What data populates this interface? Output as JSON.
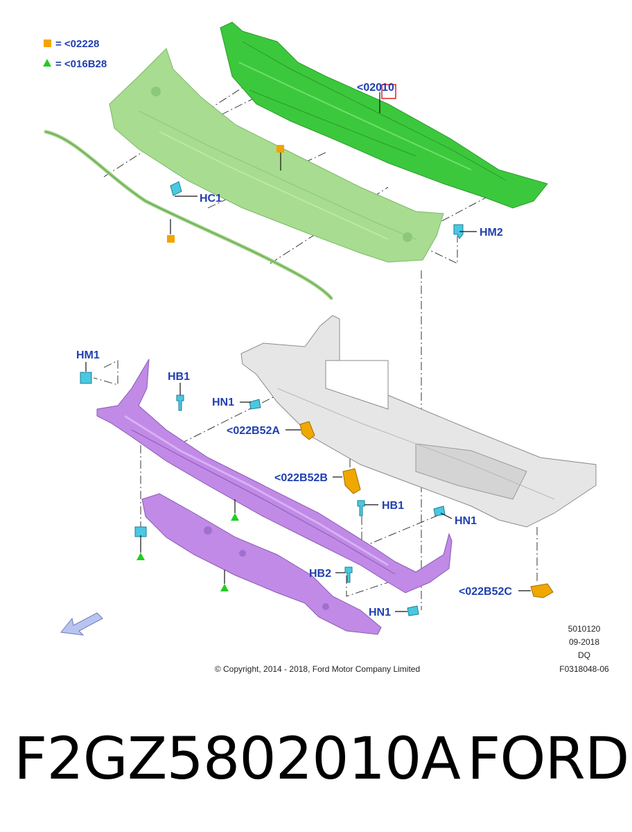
{
  "legend": {
    "square_label": "= <02228",
    "triangle_label": "= <016B28",
    "square_color": "#f5a300",
    "triangle_color": "#22cc22"
  },
  "callouts": {
    "cowl_top": "<02010",
    "hc1": "HC1",
    "hm2": "HM2",
    "hm1": "HM1",
    "hb1_left": "HB1",
    "hn1_top": "HN1",
    "b52a": "<022B52A",
    "b52b": "<022B52B",
    "hb1_right": "HB1",
    "hn1_right": "HN1",
    "hb2": "HB2",
    "hn1_bottom": "HN1",
    "b52c": "<022B52C"
  },
  "info": {
    "code": "5010120",
    "date": "09-2018",
    "variant": "DQ",
    "figure": "F0318048-06"
  },
  "copyright": "© Copyright, 2014 - 2018, Ford Motor Company Limited",
  "footer": {
    "part_number": "F2GZ5802010A",
    "brand": "FORD"
  },
  "colors": {
    "green_dark": "#3cc83c",
    "green_light": "#a8dc90",
    "purple": "#c08ae6",
    "gray": "#e6e6e6",
    "clip_cyan": "#49c8e0",
    "bracket_orange": "#f0a800",
    "label_blue": "#1f3fb0"
  }
}
